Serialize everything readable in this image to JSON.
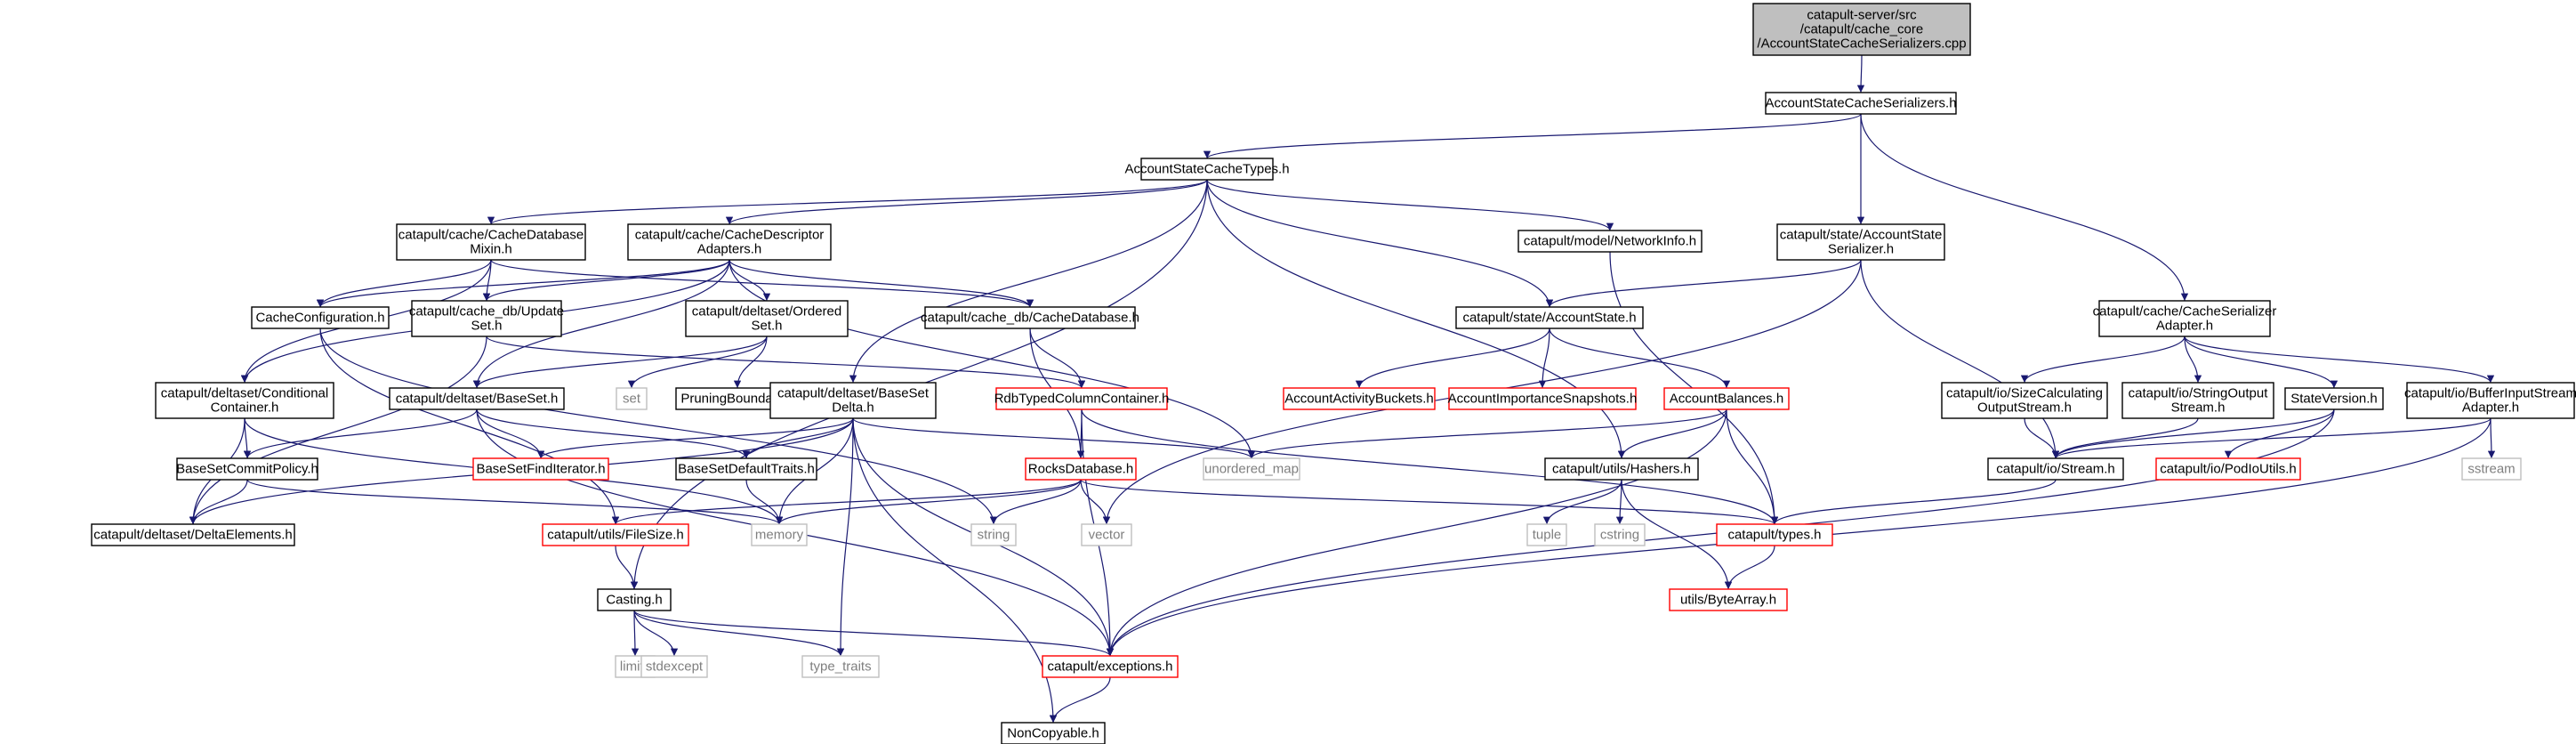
{
  "colors": {
    "edge": "#191970",
    "border_black": "#000000",
    "border_red": "#ff0000",
    "border_gray": "#bfbfbf",
    "root_fill": "#bfbfbf",
    "text_black": "#000000",
    "text_gray": "#7f7f7f"
  },
  "nodes": [
    {
      "id": "root",
      "kind": "root",
      "lines": [
        "catapult-server/src",
        "/catapult/cache_core",
        "/AccountStateCacheSerializers.cpp"
      ]
    },
    {
      "id": "ascs_h",
      "kind": "black",
      "lines": [
        "AccountStateCacheSerializers.h"
      ]
    },
    {
      "id": "asct",
      "kind": "black",
      "lines": [
        "AccountStateCacheTypes.h"
      ]
    },
    {
      "id": "cdbmixin",
      "kind": "black",
      "lines": [
        "catapult/cache/CacheDatabase",
        "Mixin.h"
      ]
    },
    {
      "id": "cdesc",
      "kind": "black",
      "lines": [
        "catapult/cache/CacheDescriptor",
        "Adapters.h"
      ]
    },
    {
      "id": "netinfo",
      "kind": "black",
      "lines": [
        "catapult/model/NetworkInfo.h"
      ]
    },
    {
      "id": "asser",
      "kind": "black",
      "lines": [
        "catapult/state/AccountState",
        "Serializer.h"
      ]
    },
    {
      "id": "ccfg",
      "kind": "black",
      "lines": [
        "CacheConfiguration.h"
      ]
    },
    {
      "id": "upset",
      "kind": "black",
      "lines": [
        "catapult/cache_db/Update",
        "Set.h"
      ]
    },
    {
      "id": "ordset",
      "kind": "black",
      "lines": [
        "catapult/deltaset/Ordered",
        "Set.h"
      ]
    },
    {
      "id": "cachedb",
      "kind": "black",
      "lines": [
        "catapult/cache_db/CacheDatabase.h"
      ]
    },
    {
      "id": "accstate",
      "kind": "black",
      "lines": [
        "catapult/state/AccountState.h"
      ]
    },
    {
      "id": "csa",
      "kind": "black",
      "lines": [
        "catapult/cache/CacheSerializer",
        "Adapter.h"
      ]
    },
    {
      "id": "condcont",
      "kind": "black",
      "lines": [
        "catapult/deltaset/Conditional",
        "Container.h"
      ]
    },
    {
      "id": "baseset",
      "kind": "black",
      "lines": [
        "catapult/deltaset/BaseSet.h"
      ]
    },
    {
      "id": "set",
      "kind": "gray",
      "lines": [
        "set"
      ]
    },
    {
      "id": "pruning",
      "kind": "black",
      "lines": [
        "PruningBoundary.h"
      ]
    },
    {
      "id": "bsdelta",
      "kind": "black",
      "lines": [
        "catapult/deltaset/BaseSet",
        "Delta.h"
      ]
    },
    {
      "id": "rdbtyped",
      "kind": "red",
      "lines": [
        "RdbTypedColumnContainer.h"
      ]
    },
    {
      "id": "actbuckets",
      "kind": "red",
      "lines": [
        "AccountActivityBuckets.h"
      ]
    },
    {
      "id": "impsnap",
      "kind": "red",
      "lines": [
        "AccountImportanceSnapshots.h"
      ]
    },
    {
      "id": "accbal",
      "kind": "red",
      "lines": [
        "AccountBalances.h"
      ]
    },
    {
      "id": "sizecalc",
      "kind": "black",
      "lines": [
        "catapult/io/SizeCalculating",
        "OutputStream.h"
      ]
    },
    {
      "id": "stringout",
      "kind": "black",
      "lines": [
        "catapult/io/StringOutput",
        "Stream.h"
      ]
    },
    {
      "id": "statever",
      "kind": "black",
      "lines": [
        "StateVersion.h"
      ]
    },
    {
      "id": "bufinput",
      "kind": "black",
      "lines": [
        "catapult/io/BufferInputStream",
        "Adapter.h"
      ]
    },
    {
      "id": "bscommit",
      "kind": "black",
      "lines": [
        "BaseSetCommitPolicy.h"
      ]
    },
    {
      "id": "bsfinditer",
      "kind": "red",
      "lines": [
        "BaseSetFindIterator.h"
      ]
    },
    {
      "id": "bsdeftraits",
      "kind": "black",
      "lines": [
        "BaseSetDefaultTraits.h"
      ]
    },
    {
      "id": "rocksdb",
      "kind": "red",
      "lines": [
        "RocksDatabase.h"
      ]
    },
    {
      "id": "umap",
      "kind": "gray",
      "lines": [
        "unordered_map"
      ]
    },
    {
      "id": "hashers",
      "kind": "black",
      "lines": [
        "catapult/utils/Hashers.h"
      ]
    },
    {
      "id": "stream",
      "kind": "black",
      "lines": [
        "catapult/io/Stream.h"
      ]
    },
    {
      "id": "podio",
      "kind": "red",
      "lines": [
        "catapult/io/PodIoUtils.h"
      ]
    },
    {
      "id": "sstream",
      "kind": "gray",
      "lines": [
        "sstream"
      ]
    },
    {
      "id": "deltael",
      "kind": "black",
      "lines": [
        "catapult/deltaset/DeltaElements.h"
      ]
    },
    {
      "id": "filesize",
      "kind": "red",
      "lines": [
        "catapult/utils/FileSize.h"
      ]
    },
    {
      "id": "memory",
      "kind": "gray",
      "lines": [
        "memory"
      ]
    },
    {
      "id": "string",
      "kind": "gray",
      "lines": [
        "string"
      ]
    },
    {
      "id": "vector",
      "kind": "gray",
      "lines": [
        "vector"
      ]
    },
    {
      "id": "tuple",
      "kind": "gray",
      "lines": [
        "tuple"
      ]
    },
    {
      "id": "cstring",
      "kind": "gray",
      "lines": [
        "cstring"
      ]
    },
    {
      "id": "types",
      "kind": "red",
      "lines": [
        "catapult/types.h"
      ]
    },
    {
      "id": "casting",
      "kind": "black",
      "lines": [
        "Casting.h"
      ]
    },
    {
      "id": "bytearray",
      "kind": "red",
      "lines": [
        "utils/ByteArray.h"
      ]
    },
    {
      "id": "limits",
      "kind": "gray",
      "lines": [
        "limits"
      ]
    },
    {
      "id": "stdexcept",
      "kind": "gray",
      "lines": [
        "stdexcept"
      ]
    },
    {
      "id": "typetraits",
      "kind": "gray",
      "lines": [
        "type_traits"
      ]
    },
    {
      "id": "exceptions",
      "kind": "red",
      "lines": [
        "catapult/exceptions.h"
      ]
    },
    {
      "id": "noncopy",
      "kind": "black",
      "lines": [
        "NonCopyable.h"
      ]
    }
  ],
  "edges": [
    [
      "root",
      "ascs_h"
    ],
    [
      "ascs_h",
      "asct"
    ],
    [
      "ascs_h",
      "asser"
    ],
    [
      "ascs_h",
      "csa"
    ],
    [
      "asct",
      "cdbmixin"
    ],
    [
      "asct",
      "cdesc"
    ],
    [
      "asct",
      "netinfo"
    ],
    [
      "asct",
      "accstate"
    ],
    [
      "asct",
      "bsdelta"
    ],
    [
      "asct",
      "hashers"
    ],
    [
      "asct",
      "casting"
    ],
    [
      "cdbmixin",
      "ccfg"
    ],
    [
      "cdbmixin",
      "upset"
    ],
    [
      "cdbmixin",
      "cachedb"
    ],
    [
      "cdbmixin",
      "condcont"
    ],
    [
      "cdesc",
      "ccfg"
    ],
    [
      "cdesc",
      "upset"
    ],
    [
      "cdesc",
      "ordset"
    ],
    [
      "cdesc",
      "cachedb"
    ],
    [
      "cdesc",
      "condcont"
    ],
    [
      "cdesc",
      "baseset"
    ],
    [
      "cdesc",
      "umap"
    ],
    [
      "netinfo",
      "types"
    ],
    [
      "asser",
      "accstate"
    ],
    [
      "asser",
      "stream"
    ],
    [
      "asser",
      "vector"
    ],
    [
      "ccfg",
      "filesize"
    ],
    [
      "ccfg",
      "string"
    ],
    [
      "upset",
      "deltael"
    ],
    [
      "upset",
      "rdbtyped"
    ],
    [
      "ordset",
      "baseset"
    ],
    [
      "ordset",
      "set"
    ],
    [
      "ordset",
      "pruning"
    ],
    [
      "cachedb",
      "rdbtyped"
    ],
    [
      "cachedb",
      "rocksdb"
    ],
    [
      "accstate",
      "actbuckets"
    ],
    [
      "accstate",
      "impsnap"
    ],
    [
      "accstate",
      "accbal"
    ],
    [
      "csa",
      "sizecalc"
    ],
    [
      "csa",
      "stringout"
    ],
    [
      "csa",
      "statever"
    ],
    [
      "csa",
      "bufinput"
    ],
    [
      "condcont",
      "bscommit"
    ],
    [
      "condcont",
      "deltael"
    ],
    [
      "condcont",
      "memory"
    ],
    [
      "baseset",
      "bsfinditer"
    ],
    [
      "baseset",
      "bsdeftraits"
    ],
    [
      "baseset",
      "bscommit"
    ],
    [
      "baseset",
      "exceptions"
    ],
    [
      "bsdelta",
      "bsfinditer"
    ],
    [
      "bsdelta",
      "bsdeftraits"
    ],
    [
      "bsdelta",
      "deltael"
    ],
    [
      "bsdelta",
      "memory"
    ],
    [
      "bsdelta",
      "umap"
    ],
    [
      "bsdelta",
      "typetraits"
    ],
    [
      "bsdelta",
      "exceptions"
    ],
    [
      "bsdelta",
      "noncopy"
    ],
    [
      "rdbtyped",
      "rocksdb"
    ],
    [
      "rdbtyped",
      "types"
    ],
    [
      "rdbtyped",
      "exceptions"
    ],
    [
      "accbal",
      "umap"
    ],
    [
      "accbal",
      "hashers"
    ],
    [
      "accbal",
      "types"
    ],
    [
      "accbal",
      "exceptions"
    ],
    [
      "sizecalc",
      "stream"
    ],
    [
      "stringout",
      "stream"
    ],
    [
      "statever",
      "stream"
    ],
    [
      "statever",
      "podio"
    ],
    [
      "statever",
      "exceptions"
    ],
    [
      "bufinput",
      "stream"
    ],
    [
      "bufinput",
      "sstream"
    ],
    [
      "bufinput",
      "exceptions"
    ],
    [
      "bscommit",
      "deltael"
    ],
    [
      "bscommit",
      "memory"
    ],
    [
      "bsdeftraits",
      "memory"
    ],
    [
      "rocksdb",
      "filesize"
    ],
    [
      "rocksdb",
      "memory"
    ],
    [
      "rocksdb",
      "string"
    ],
    [
      "rocksdb",
      "vector"
    ],
    [
      "rocksdb",
      "types"
    ],
    [
      "hashers",
      "tuple"
    ],
    [
      "hashers",
      "cstring"
    ],
    [
      "hashers",
      "bytearray"
    ],
    [
      "stream",
      "types"
    ],
    [
      "types",
      "bytearray"
    ],
    [
      "filesize",
      "casting"
    ],
    [
      "casting",
      "limits"
    ],
    [
      "casting",
      "stdexcept"
    ],
    [
      "casting",
      "typetraits"
    ],
    [
      "casting",
      "exceptions"
    ],
    [
      "exceptions",
      "noncopy"
    ]
  ]
}
